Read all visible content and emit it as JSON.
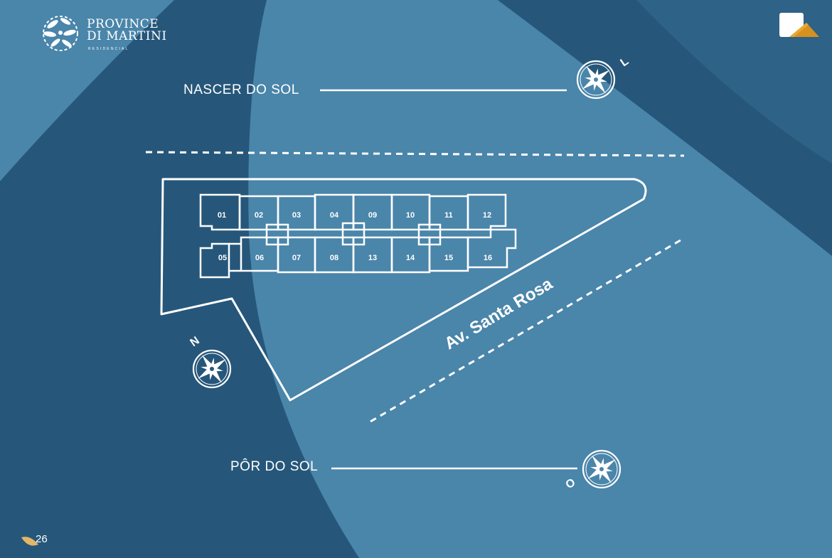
{
  "brand": {
    "name_line1": "PROVINCE",
    "name_line2": "DI MARTINI",
    "tagline": "RESIDENCIAL"
  },
  "labels": {
    "sunrise": "NASCER DO SOL",
    "sunset": "PÔR DO SOL",
    "street": "Av. Santa Rosa"
  },
  "compass": {
    "east": "L",
    "north": "N",
    "west": "O"
  },
  "units_row1": [
    "01",
    "02",
    "03",
    "04",
    "09",
    "10",
    "11",
    "12"
  ],
  "units_row2": [
    "05",
    "06",
    "07",
    "08",
    "13",
    "14",
    "15",
    "16"
  ],
  "page_number": "26",
  "colors": {
    "dark_blue": "#26577A",
    "light_blue": "#4A85AA",
    "accent_orange": "#D8901E",
    "leaf_gold": "#E1B768",
    "line_white": "#FFFFFF"
  }
}
